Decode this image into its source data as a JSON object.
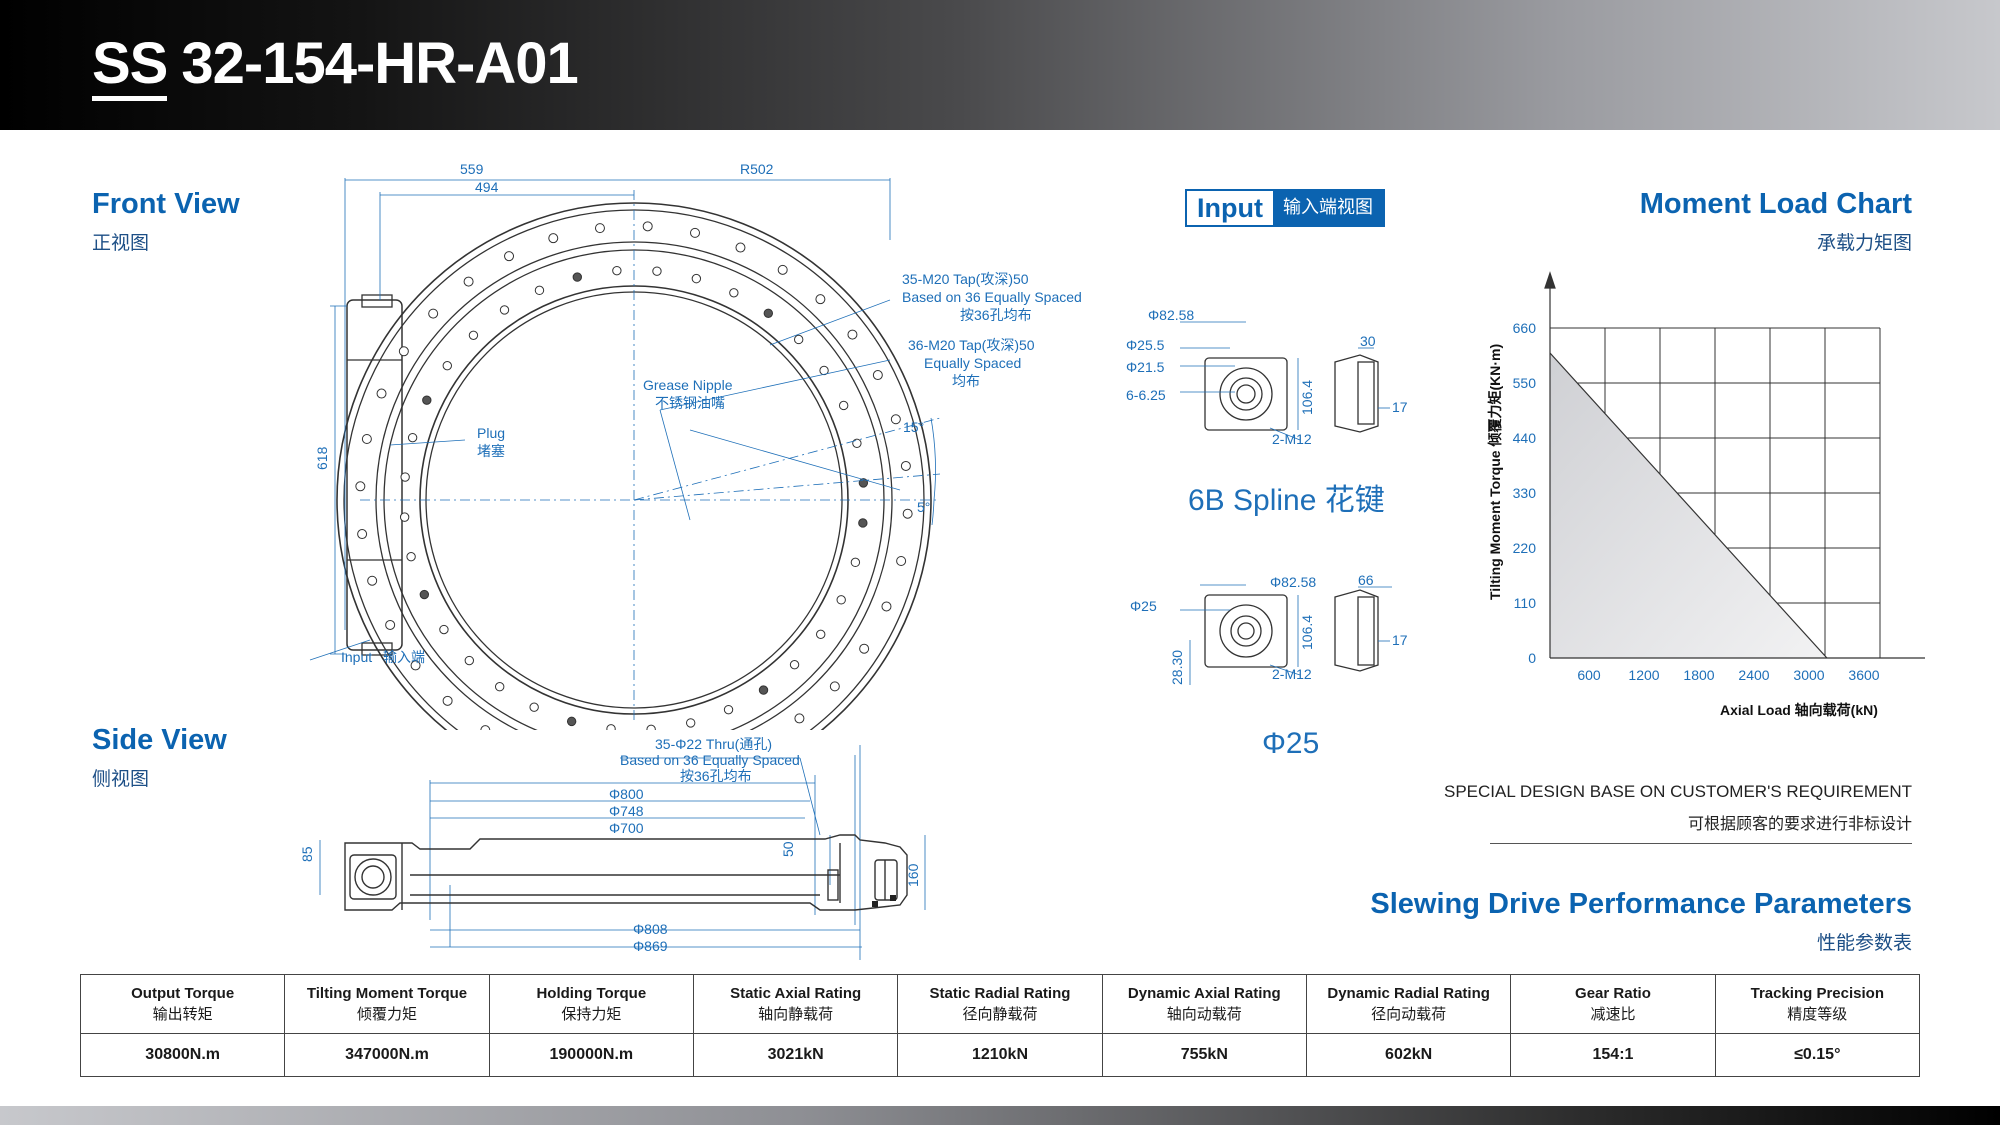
{
  "header": {
    "series": "SS",
    "model": "32-154-HR-A01"
  },
  "front_view": {
    "title": "Front View",
    "subtitle": "正视图"
  },
  "side_view": {
    "title": "Side View",
    "subtitle": "侧视图"
  },
  "input_view": {
    "title": "Input",
    "subtitle": "输入端视图",
    "spline_caption": "6B Spline 花键",
    "shaft_caption": "Φ25",
    "spline_dims": {
      "d1": "Φ82.58",
      "d2": "Φ25.5",
      "d3": "Φ21.5",
      "d4": "6-6.25",
      "h": "106.4",
      "tap": "2-M12",
      "w": "30",
      "t": "17"
    },
    "shaft_dims": {
      "d1": "Φ82.58",
      "d2": "Φ25",
      "k": "28.30",
      "h": "106.4",
      "tap": "2-M12",
      "w": "66",
      "t": "17"
    }
  },
  "front_dims": {
    "w559": "559",
    "w494": "494",
    "r502": "R502",
    "h618": "618",
    "tap1_l1": "35-M20 Tap(攻深)50",
    "tap1_l2": "Based on 36 Equally Spaced",
    "tap1_l3": "按36孔均布",
    "tap2_l1": "36-M20 Tap(攻深)50",
    "tap2_l2": "Equally Spaced",
    "tap2_l3": "均布",
    "grease_en": "Grease Nipple",
    "grease_cn": "不锈钢油嘴",
    "plug_en": "Plug",
    "plug_cn": "堵塞",
    "input_en": "Input",
    "input_cn": "输入端",
    "a15": "15°",
    "a5": "5°"
  },
  "side_dims": {
    "thru_l1": "35-Φ22 Thru(通孔)",
    "thru_l2": "Based on 36 Equally Spaced",
    "thru_l3": "按36孔均布",
    "d800": "Φ800",
    "d748": "Φ748",
    "d700": "Φ700",
    "d808": "Φ808",
    "d869": "Φ869",
    "h85": "85",
    "h50": "50",
    "h160": "160"
  },
  "moment_chart": {
    "title": "Moment Load Chart",
    "subtitle": "承载力矩图"
  },
  "chart_data": {
    "type": "area",
    "xlabel": "Axial Load 轴向载荷(kN)",
    "ylabel": "Tilting Moment Torque 倾覆力矩(KN·m)",
    "x_ticks": [
      600,
      1200,
      1800,
      2400,
      3000,
      3600
    ],
    "y_ticks": [
      0,
      110,
      220,
      330,
      440,
      550,
      660
    ],
    "xlim": [
      0,
      3600
    ],
    "ylim": [
      0,
      660
    ],
    "grid": true,
    "series": [
      {
        "x": [
          0,
          3021
        ],
        "y": [
          610,
          0
        ]
      }
    ]
  },
  "note": {
    "en": "SPECIAL DESIGN BASE ON CUSTOMER'S REQUIREMENT",
    "cn": "可根据顾客的要求进行非标设计"
  },
  "params": {
    "title": "Slewing Drive Performance Parameters",
    "subtitle": "性能参数表",
    "columns": [
      {
        "en": "Output Torque",
        "cn": "输出转矩",
        "value": "30800N.m"
      },
      {
        "en": "Tilting Moment Torque",
        "cn": "倾覆力矩",
        "value": "347000N.m"
      },
      {
        "en": "Holding Torque",
        "cn": "保持力矩",
        "value": "190000N.m"
      },
      {
        "en": "Static Axial Rating",
        "cn": "轴向静载荷",
        "value": "3021kN"
      },
      {
        "en": "Static Radial Rating",
        "cn": "径向静载荷",
        "value": "1210kN"
      },
      {
        "en": "Dynamic Axial Rating",
        "cn": "轴向动载荷",
        "value": "755kN"
      },
      {
        "en": "Dynamic Radial Rating",
        "cn": "径向动载荷",
        "value": "602kN"
      },
      {
        "en": "Gear Ratio",
        "cn": "减速比",
        "value": "154:1"
      },
      {
        "en": "Tracking Precision",
        "cn": "精度等级",
        "value": "≤0.15°"
      }
    ]
  },
  "colors": {
    "accent": "#0b63b0",
    "dimension": "#1e6fb8"
  }
}
